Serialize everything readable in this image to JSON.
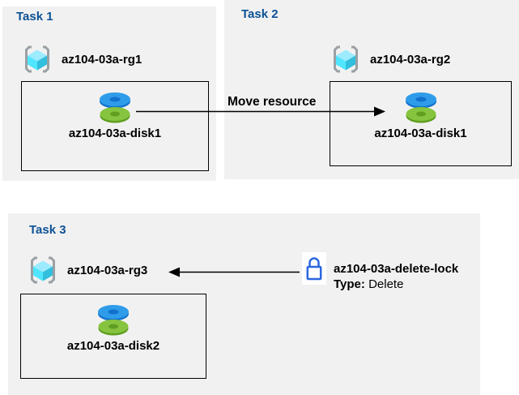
{
  "diagram": {
    "description": "Azure resource move and lock tasks diagram",
    "colors": {
      "task_box_bg": "#f1f1f1",
      "title_blue": "#0d5296",
      "text_black": "#000000",
      "lock_blue": "#2b67e0",
      "rg_bracket_gray": "#9aa0a4",
      "cube_top": "#9cebff",
      "cube_left": "#50e6ff",
      "cube_right": "#32bedd",
      "disk_blue_top": "#2f9ce9",
      "disk_blue_side": "#1171cd",
      "disk_green_top": "#86c33e",
      "disk_green_side": "#5f9e20"
    }
  },
  "tasks": [
    {
      "title": "Task 1",
      "resource_group": "az104-03a-rg1",
      "resource": "az104-03a-disk1"
    },
    {
      "title": "Task 2",
      "resource_group": "az104-03a-rg2",
      "resource": "az104-03a-disk1"
    },
    {
      "title": "Task 3",
      "resource_group": "az104-03a-rg3",
      "resource": "az104-03a-disk2"
    }
  ],
  "annotations": {
    "move_label": "Move resource",
    "lock_name": "az104-03a-delete-lock",
    "lock_type_label": "Type:",
    "lock_type_value": " Delete"
  }
}
